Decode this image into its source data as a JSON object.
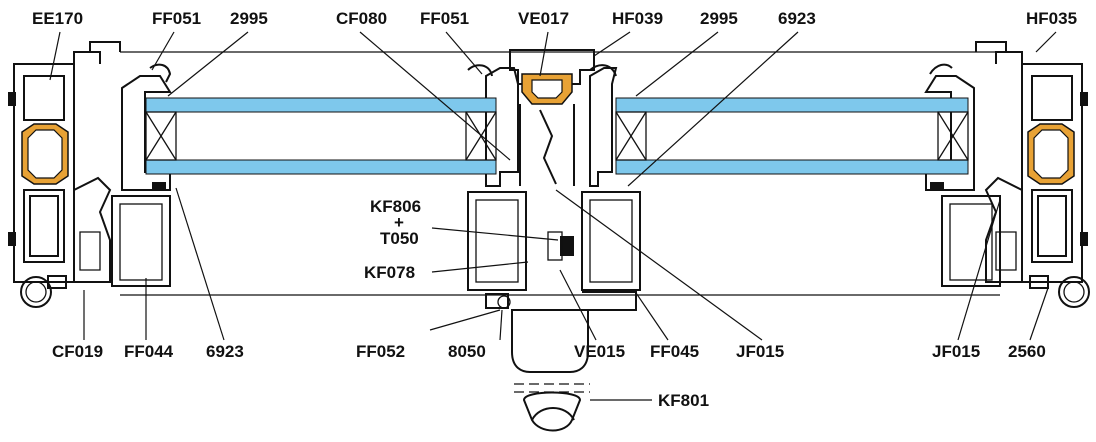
{
  "colors": {
    "glass": "#7ec8ec",
    "thermal_break": "#e8a235",
    "profile": "#111111",
    "background": "#ffffff"
  },
  "labels": {
    "top": {
      "ee170": "EE170",
      "ff051_left": "FF051",
      "code2995_left": "2995",
      "cf080": "CF080",
      "ff051_center": "FF051",
      "ve017": "VE017",
      "hf039": "HF039",
      "code2995_right": "2995",
      "code6923_top": "6923",
      "hf035": "HF035"
    },
    "middle": {
      "kf806": "KF806",
      "plus": "+",
      "t050": "T050",
      "kf078": "KF078",
      "kf801": "KF801"
    },
    "bottom": {
      "cf019": "CF019",
      "ff044": "FF044",
      "code6923_bottom": "6923",
      "ff052": "FF052",
      "code8050": "8050",
      "ve015": "VE015",
      "ff045": "FF045",
      "jf015_center": "JF015",
      "jf015_right": "JF015",
      "code2560": "2560"
    }
  }
}
